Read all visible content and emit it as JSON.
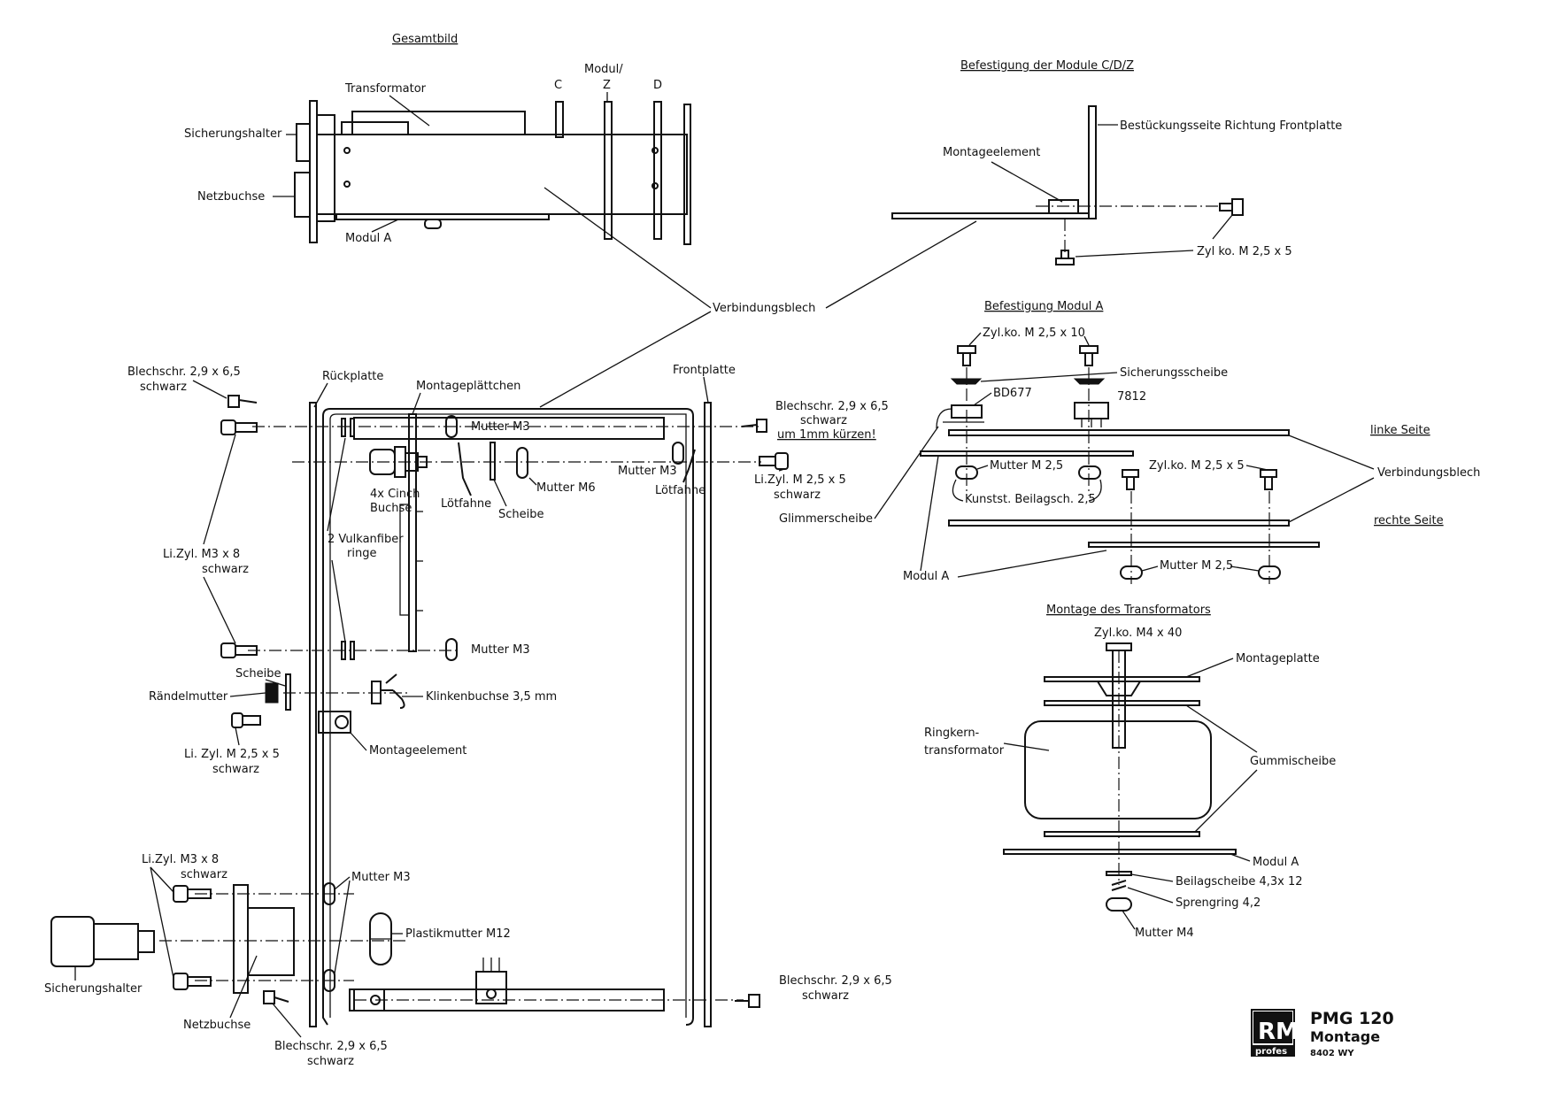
{
  "colors": {
    "ink": "#111111",
    "paper": "#ffffff"
  },
  "headings": {
    "gesamtbild": "Gesamtbild",
    "befestigung_cdz": "Befestigung der Module C/D/Z",
    "befestigung_a": "Befestigung Modul A",
    "montage_trafo": "Montage des Transformators"
  },
  "gesamtbild": {
    "transformator": "Transformator",
    "modul": "Modul/",
    "c": "C",
    "z": "Z",
    "d": "D",
    "sicherungshalter": "Sicherungshalter",
    "netzbuchse": "Netzbuchse",
    "modul_a": "Modul A",
    "verbindungsblech": "Verbindungsblech"
  },
  "cdz": {
    "bestueckung": "Bestückungsseite Richtung Frontplatte",
    "montageelement": "Montageelement",
    "zylko": "Zyl ko. M 2,5 x 5"
  },
  "modul_a": {
    "zylko_10": "Zyl.ko. M 2,5 x 10",
    "sicherungsscheibe": "Sicherungsscheibe",
    "bd677": "BD677",
    "r7812": "7812",
    "linke_seite": "linke Seite",
    "mutter_25": "Mutter M 2,5",
    "zylko_5": "Zyl.ko. M 2,5 x 5",
    "verbindungsblech": "Verbindungsblech",
    "kunstst": "Kunstst. Beilagsch. 2,5",
    "glimmerscheibe": "Glimmerscheibe",
    "rechte_seite": "rechte Seite",
    "modul_a": "Modul A",
    "mutter_25b": "Mutter M 2,5"
  },
  "trafo": {
    "zylko": "Zyl.ko. M4 x 40",
    "montageplatte": "Montageplatte",
    "ringkern1": "Ringkern-",
    "ringkern2": "transformator",
    "gummischeibe": "Gummischeibe",
    "modul_a": "Modul A",
    "beilag": "Beilagscheibe 4,3x 12",
    "spreng": "Sprengring 4,2",
    "mutter": "Mutter M4"
  },
  "main": {
    "blech1a": "Blechschr.  2,9 x 6,5",
    "blech1b": "schwarz",
    "rueckplatte": "Rückplatte",
    "montageplaettchen": "Montageplättchen",
    "frontplatte": "Frontplatte",
    "blech2a": "Blechschr.  2,9 x 6,5",
    "blech2b": "schwarz",
    "blech2c": "um 1mm kürzen!",
    "mutter_m3": "Mutter M3",
    "cinch1": "4x Cinch",
    "cinch2": "Buchse",
    "loetfahne": "Lötfahne",
    "scheibe": "Scheibe",
    "mutter_m6": "Mutter M6",
    "mutter_m3b": "Mutter M3",
    "loetfahne2": "Lötfahne",
    "lizyl25a": "Li.Zyl. M 2,5 x 5",
    "lizyl25b": "schwarz",
    "vulkan1": "2 Vulkanfiber",
    "vulkan2": "ringe",
    "lizyl38a": "Li.Zyl. M3 x 8",
    "lizyl38b": "schwarz",
    "mutter_m3c": "Mutter  M3",
    "scheibe2": "Scheibe",
    "raendelmutter": "Rändelmutter",
    "klinke": "Klinkenbuchse 3,5 mm",
    "lizyl25c": "Li. Zyl. M 2,5 x 5",
    "lizyl25d": "schwarz",
    "montageelement": "Montageelement",
    "lizyl38c": "Li.Zyl. M3 x 8",
    "lizyl38d": "schwarz",
    "mutter_m3d": "Mutter M3",
    "plastikmutter": "Plastikmutter M12",
    "sicherungshalter": "Sicherungshalter",
    "netzbuchse": "Netzbuchse",
    "blech3a": "Blechschr.  2,9 x 6,5",
    "blech3b": "schwarz",
    "blech4a": "Blechschr.  2,9 x 6,5",
    "blech4b": "schwarz"
  },
  "titleblock": {
    "logo_top": "RM",
    "logo_bottom": "profes",
    "model": "PMG 120",
    "subtitle": "Montage",
    "code": "8402 WY"
  }
}
